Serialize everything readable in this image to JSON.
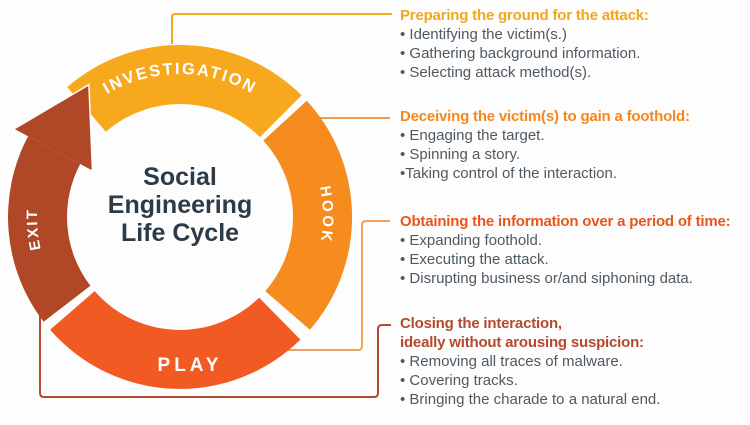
{
  "palette": {
    "background": "#FDFDFD",
    "title_text": "#2C3B47",
    "body_text": "#4E5962",
    "investigation": "#F7A81D",
    "hook": "#F68B1E",
    "play": "#F15A22",
    "exit": "#B04827",
    "connector_investigation": "#F3A81F",
    "connector_hook": "#EF9B51",
    "connector_play": "#F0A25C",
    "connector_exit": "#B5492C"
  },
  "wheel": {
    "title_lines": [
      "Social",
      "Engineering",
      "Life Cycle"
    ],
    "phases": [
      {
        "label": "INVESTIGATION",
        "color": "#F7A81D"
      },
      {
        "label": "HOOK",
        "color": "#F68B1E"
      },
      {
        "label": "PLAY",
        "color": "#F15A22"
      },
      {
        "label": "EXIT",
        "color": "#B04827"
      }
    ]
  },
  "sections": [
    {
      "heading_lines": [
        "Preparing the ground for the attack:"
      ],
      "heading_color": "#F3A71C",
      "bullets": [
        "• Identifying the victim(s.)",
        "• Gathering background information.",
        "• Selecting attack method(s)."
      ]
    },
    {
      "heading_lines": [
        "Deceiving the victim(s) to gain a foothold:"
      ],
      "heading_color": "#F6871C",
      "bullets": [
        "• Engaging the target.",
        "• Spinning a story.",
        "•Taking control of the interaction."
      ]
    },
    {
      "heading_lines": [
        "Obtaining the information over a period of time:"
      ],
      "heading_color": "#E9561C",
      "bullets": [
        "• Expanding foothold.",
        "• Executing the attack.",
        "• Disrupting business or/and siphoning data."
      ]
    },
    {
      "heading_lines": [
        "Closing the interaction,",
        "ideally without arousing suspicion:"
      ],
      "heading_color": "#B5492C",
      "bullets": [
        "• Removing all traces of malware.",
        "• Covering tracks.",
        "• Bringing the charade to a natural end."
      ]
    }
  ]
}
